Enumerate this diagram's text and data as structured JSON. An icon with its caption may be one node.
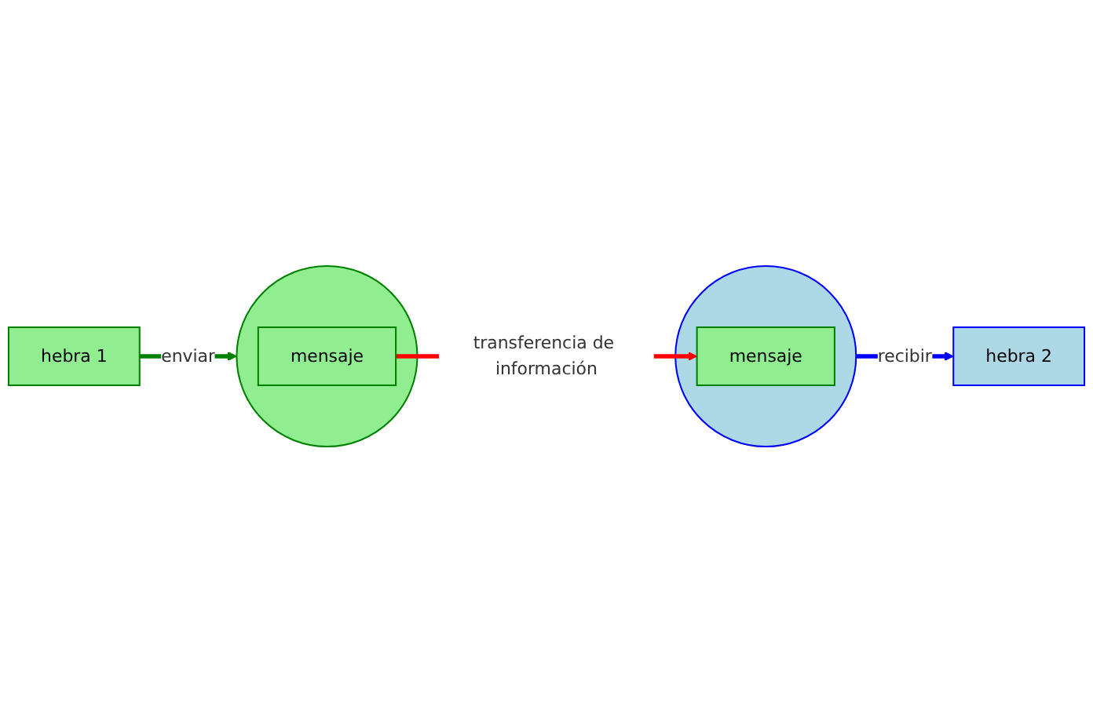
{
  "diagram": {
    "nodes": [
      {
        "text": [
          "hebra 1"
        ]
      },
      {
        "text": [
          "hebra 2"
        ]
      },
      {
        "text": [],
        "shape": "circle"
      },
      {
        "text": [
          "mensaje"
        ],
        "in": 2
      },
      {
        "text": [],
        "shape": "circle"
      },
      {
        "text": [
          "mensaje"
        ],
        "in": 4
      }
    ],
    "edges": [
      {
        "from": 0,
        "to": 2,
        "arrow": "to",
        "label": "enviar",
        "color": "#008000"
      },
      {
        "from": 3,
        "to": 5,
        "arrow": "to",
        "label": "transferencia de información",
        "color": "#ff0000"
      },
      {
        "from": 4,
        "to": 1,
        "arrow": "to",
        "label": "recibir",
        "color": "#0000ff"
      }
    ]
  }
}
